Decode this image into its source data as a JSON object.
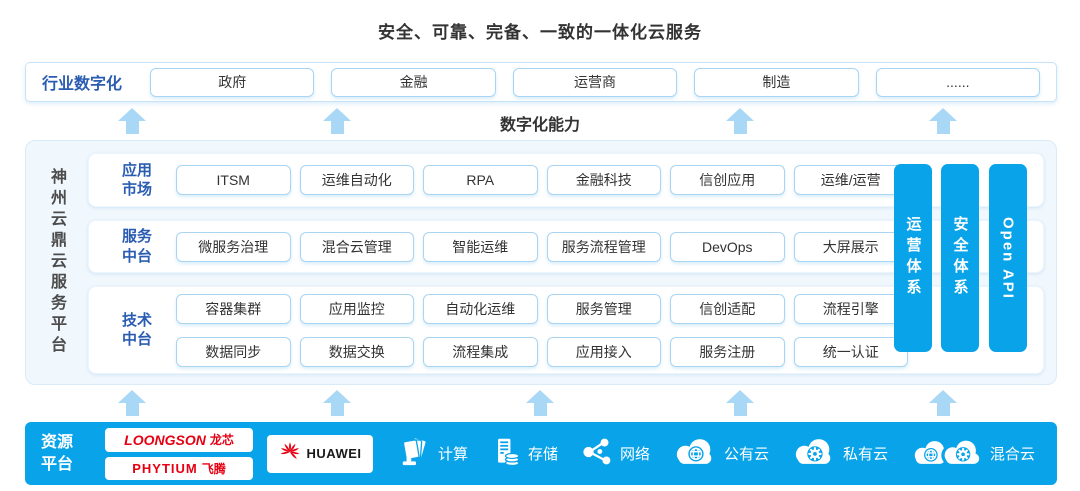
{
  "title": "安全、可靠、完备、一致的一体化云服务",
  "industry": {
    "label": "行业数字化",
    "items": [
      "政府",
      "金融",
      "运营商",
      "制造",
      "......"
    ]
  },
  "capability_label": "数字化能力",
  "platform": {
    "side_label": "神州云鼎云服务平台",
    "rows": [
      {
        "label_lines": [
          "应用",
          "市场"
        ],
        "items": [
          "ITSM",
          "运维自动化",
          "RPA",
          "金融科技",
          "信创应用",
          "运维/运营"
        ]
      },
      {
        "label_lines": [
          "服务",
          "中台"
        ],
        "items": [
          "微服务治理",
          "混合云管理",
          "智能运维",
          "服务流程管理",
          "DevOps",
          "大屏展示"
        ]
      },
      {
        "label_lines": [
          "技术",
          "中台"
        ],
        "items_line1": [
          "容器集群",
          "应用监控",
          "自动化运维",
          "服务管理",
          "信创适配",
          "流程引擎"
        ],
        "items_line2": [
          "数据同步",
          "数据交换",
          "流程集成",
          "应用接入",
          "服务注册",
          "统一认证"
        ]
      }
    ],
    "bars": [
      "运营体系",
      "安全体系",
      "Open API"
    ]
  },
  "resources": {
    "label_lines": [
      "资源",
      "平台"
    ],
    "vendors": {
      "loongson": {
        "name": "LOONGSON",
        "suffix": "龙芯"
      },
      "phytium": {
        "name": "PHYTIUM",
        "suffix": "飞腾"
      },
      "huawei": {
        "name": "HUAWEI"
      }
    },
    "items": [
      {
        "icon": "compute-icon",
        "label": "计算"
      },
      {
        "icon": "storage-icon",
        "label": "存储"
      },
      {
        "icon": "network-icon",
        "label": "网络"
      },
      {
        "icon": "public-cloud-icon",
        "label": "公有云"
      },
      {
        "icon": "private-cloud-icon",
        "label": "私有云"
      },
      {
        "icon": "hybrid-cloud-icon",
        "label": "混合云"
      }
    ]
  },
  "colors": {
    "accent_blue": "#09a3e9",
    "arrow_blue": "#a9d8f6",
    "label_blue": "#2a5db2",
    "box_border": "#a9d5f2",
    "panel_bg": "#f0f7fd",
    "panel_border": "#d9ebf9",
    "text_dark": "#333333",
    "brand_red": "#e60012"
  }
}
